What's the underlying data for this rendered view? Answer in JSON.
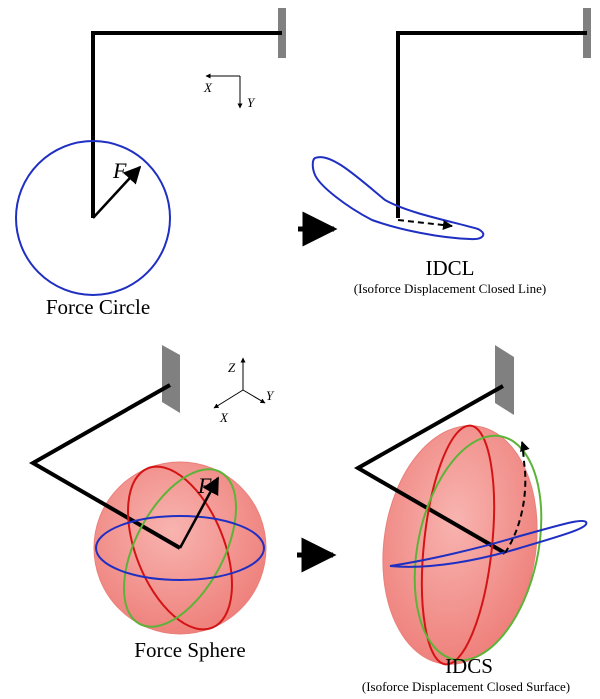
{
  "panels": {
    "top_left": {
      "caption": "Force Circle",
      "force_symbol": "F"
    },
    "top_right": {
      "caption": "IDCL",
      "subcaption": "(Isoforce Displacement Closed Line)"
    },
    "bottom_left": {
      "caption": "Force Sphere",
      "force_symbol": "F"
    },
    "bottom_right": {
      "caption": "IDCS",
      "subcaption": "(Isoforce Displacement Closed Surface)"
    }
  },
  "axes_2d": {
    "x": "X",
    "y": "Y"
  },
  "axes_3d": {
    "x": "X",
    "y": "Y",
    "z": "Z"
  },
  "colors": {
    "blue_curve": "#1f2fc2",
    "red_curve": "#d41414",
    "green_curve": "#5cb338",
    "sphere_fill": "#f28a85",
    "wall": "#808080",
    "beam": "#000000"
  }
}
